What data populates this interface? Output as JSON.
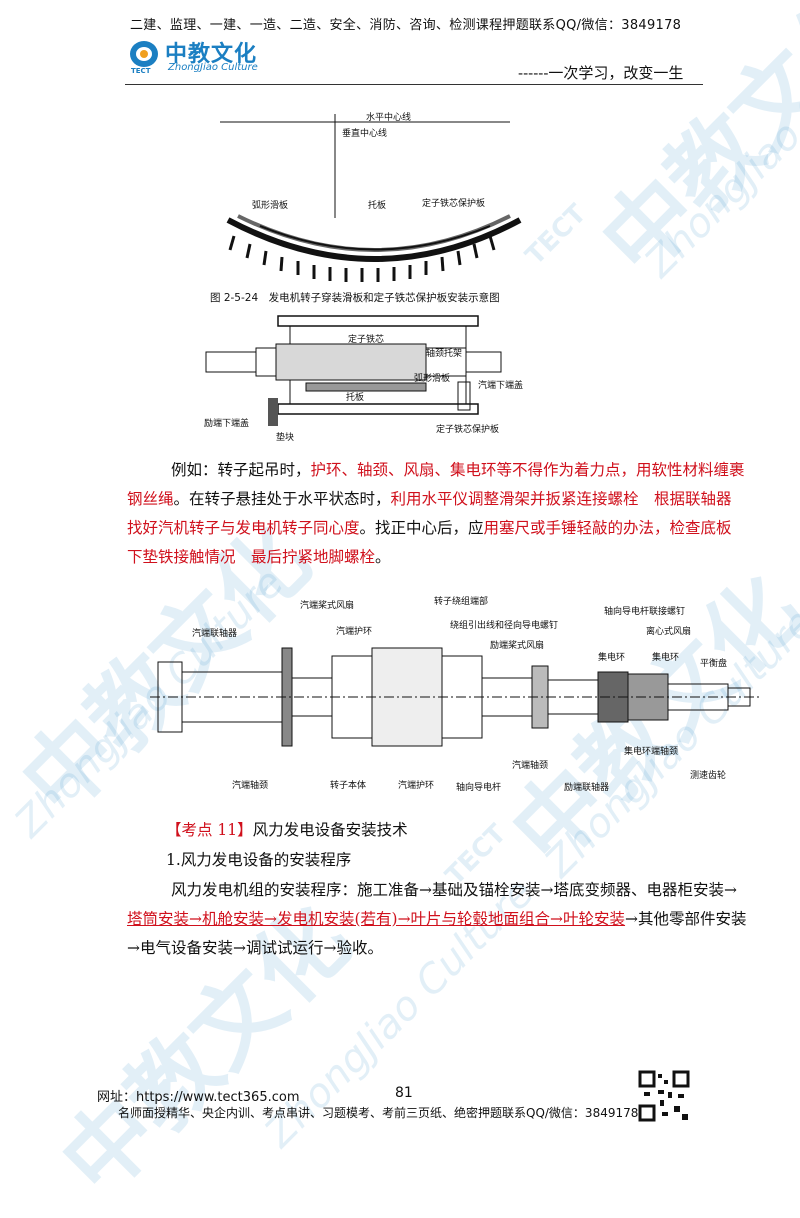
{
  "header": {
    "top_line": "二建、监理、一建、一造、二造、安全、消防、咨询、检测课程押题联系QQ/微信：3849178",
    "logo_cn": "中教文化",
    "logo_en": "ZhongJiao Culture",
    "logo_tect": "TECT",
    "slogan": "------一次学习，改变一生"
  },
  "figure1": {
    "labels": {
      "horizontal_center": "水平中心线",
      "vertical_center": "垂直中心线",
      "arc_slide": "弧形滑板",
      "support_plate": "托板",
      "stator_protect": "定子铁芯保护板"
    },
    "caption": "图 2-5-24　发电机转子穿装滑板和定子铁芯保护板安装示意图"
  },
  "figure2": {
    "labels": {
      "stator_core": "定子铁芯",
      "bearing_bracket": "轴颈托架",
      "arc_slide": "弧形滑板",
      "turbine_cover": "汽端下端盖",
      "support_plate": "托板",
      "exciter_cover": "励端下端盖",
      "stator_protect": "定子铁芯保护板",
      "pad_block": "垫块"
    }
  },
  "para1": {
    "p1": "例如：转子起吊时，",
    "r1": "护环、轴颈、风扇、集电环等不得作为着力点，用软性材料缠裹钢丝绳",
    "p2": "。在转子悬挂处于水平状态时，",
    "r2": "利用水平仪调整滑架并扳紧连接螺栓　根据联轴器找好汽机转子与发电机转子同心度",
    "p3": "。找正中心后，应",
    "r3": "用塞尺或手锤轻敲的办法，检查底板下垫铁接触情况　最后拧紧地脚螺栓",
    "p4": "。"
  },
  "figure3": {
    "labels": {
      "fan": "汽端桨式风扇",
      "end_winding": "转子绕组端部",
      "axial_bolt": "轴向导电杆联接螺钉",
      "coupling": "汽端联轴器",
      "retaining_ring": "汽端护环",
      "lead_bolt": "绕组引出线和径向导电螺钉",
      "exciter_fan": "励端桨式风扇",
      "centrifugal_fan": "离心式风扇",
      "collector1": "集电环",
      "collector2": "集电环",
      "balance": "平衡盘",
      "collector_journal": "集电环端轴颈",
      "turbine_journal": "汽端轴颈",
      "rotor_body": "转子本体",
      "turbine_ring": "汽端护环",
      "axial_conductor": "轴向导电杆",
      "exciter_journal": "汽端轴颈",
      "exciter_coupling": "励端联轴器",
      "speed_gear": "测速齿轮"
    }
  },
  "section": {
    "heading_tag": "【考点 11】",
    "heading_text": "风力发电设备安装技术",
    "sub": "1.风力发电设备的安装程序",
    "p1": "风力发电机组的安装程序：施工准备→基础及锚栓安装→塔底变频器、电器柜安装→",
    "u1": "塔筒安装→机舱安装→发电机安装(若有)→叶片与轮毂地面组合→叶轮安装",
    "p2": "→其他零部件安装→电气设备安装→调试试运行→验收。"
  },
  "footer": {
    "url": "网址：https://www.tect365.com",
    "page": "81",
    "bottom": "名师面授精华、央企内训、考点串讲、习题模考、考前三页纸、绝密押题联系QQ/微信：3849178"
  },
  "watermark": {
    "cn": "中教文化",
    "en": "ZhongJiao Culture",
    "tect": "TECT"
  }
}
